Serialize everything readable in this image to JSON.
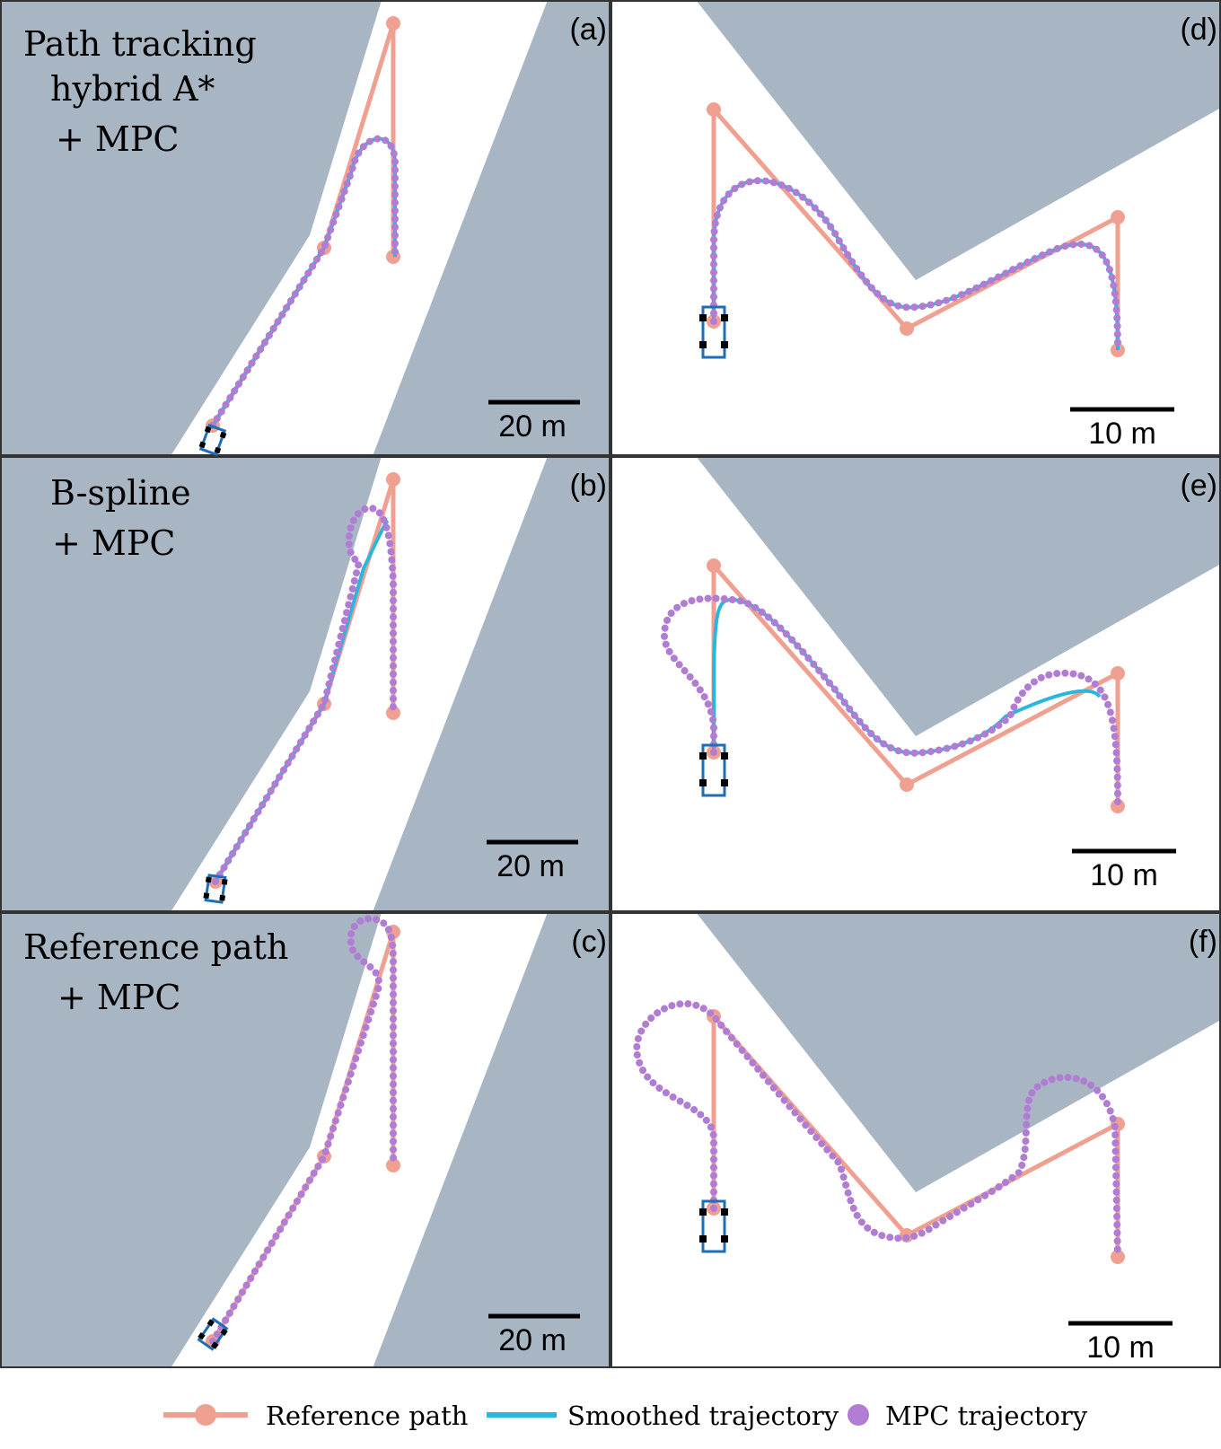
{
  "colors": {
    "obstacle": "#a8b6c4",
    "free": "#ffffff",
    "frame": "#333333",
    "reference": "#f0a090",
    "smoothed": "#2bb6dc",
    "mpc": "#b07cd4",
    "vehicle": "#1f6db5",
    "wheel": "#000000"
  },
  "panels": [
    {
      "id": "a",
      "tag": "(a)",
      "title_lines": [
        "Path tracking",
        "hybrid A*",
        "+ MPC"
      ],
      "scale_label": "20 m",
      "smoothed": true
    },
    {
      "id": "b",
      "tag": "(b)",
      "title_lines": [
        "B-spline",
        "+ MPC"
      ],
      "scale_label": "20 m",
      "smoothed": true
    },
    {
      "id": "c",
      "tag": "(c)",
      "title_lines": [
        "Reference path",
        "+ MPC"
      ],
      "scale_label": "20 m",
      "smoothed": false
    },
    {
      "id": "d",
      "tag": "(d)",
      "title_lines": [],
      "scale_label": "10 m",
      "smoothed": true
    },
    {
      "id": "e",
      "tag": "(e)",
      "title_lines": [],
      "scale_label": "10 m",
      "smoothed": true
    },
    {
      "id": "f",
      "tag": "(f)",
      "title_lines": [],
      "scale_label": "10 m",
      "smoothed": false
    }
  ],
  "legend": {
    "reference": "Reference path",
    "smoothed": "Smoothed trajectory",
    "mpc": "MPC trajectory"
  }
}
